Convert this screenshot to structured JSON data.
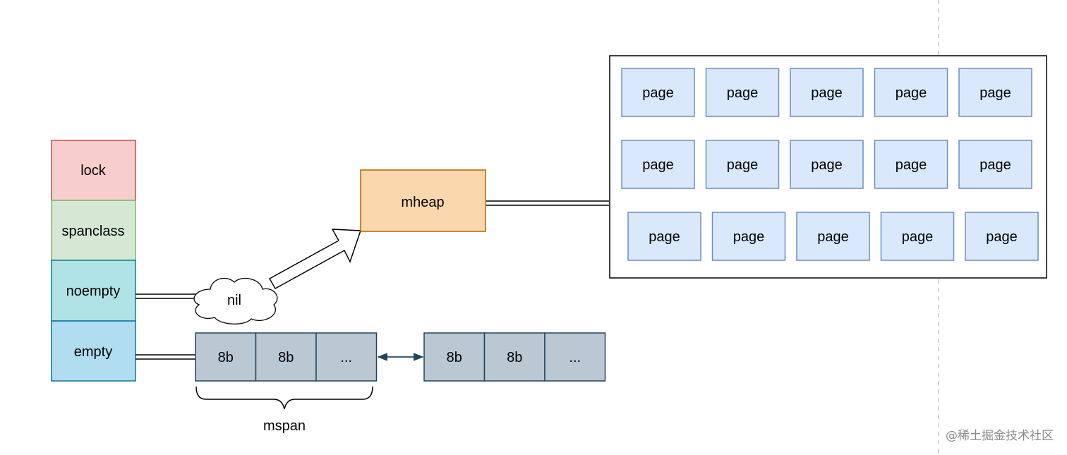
{
  "central": {
    "fields": [
      {
        "label": "lock",
        "fill": "#f8cecc",
        "stroke": "#b85450"
      },
      {
        "label": "spanclass",
        "fill": "#d5e8d4",
        "stroke": "#82b366"
      },
      {
        "label": "noempty",
        "fill": "#b0e3e6",
        "stroke": "#0e8088"
      },
      {
        "label": "empty",
        "fill": "#b1ddf0",
        "stroke": "#10739e"
      }
    ]
  },
  "nil_cloud": {
    "label": "nil"
  },
  "mheap": {
    "label": "mheap",
    "fill": "#fad7ac",
    "stroke": "#b46504"
  },
  "heap_pages": {
    "rows": [
      [
        "page",
        "page",
        "page",
        "page",
        "page"
      ],
      [
        "page",
        "page",
        "page",
        "page",
        "page"
      ],
      [
        "page",
        "page",
        "page",
        "page",
        "page"
      ]
    ],
    "fill": "#dae8fc",
    "stroke": "#6c8ebf"
  },
  "span_group_1": {
    "cells": [
      "8b",
      "8b",
      "..."
    ]
  },
  "span_group_2": {
    "cells": [
      "8b",
      "8b",
      "..."
    ]
  },
  "span_fill": "#bac8d3",
  "span_stroke": "#23445d",
  "mspan_label": "mspan",
  "watermark": "@稀土掘金技术社区"
}
